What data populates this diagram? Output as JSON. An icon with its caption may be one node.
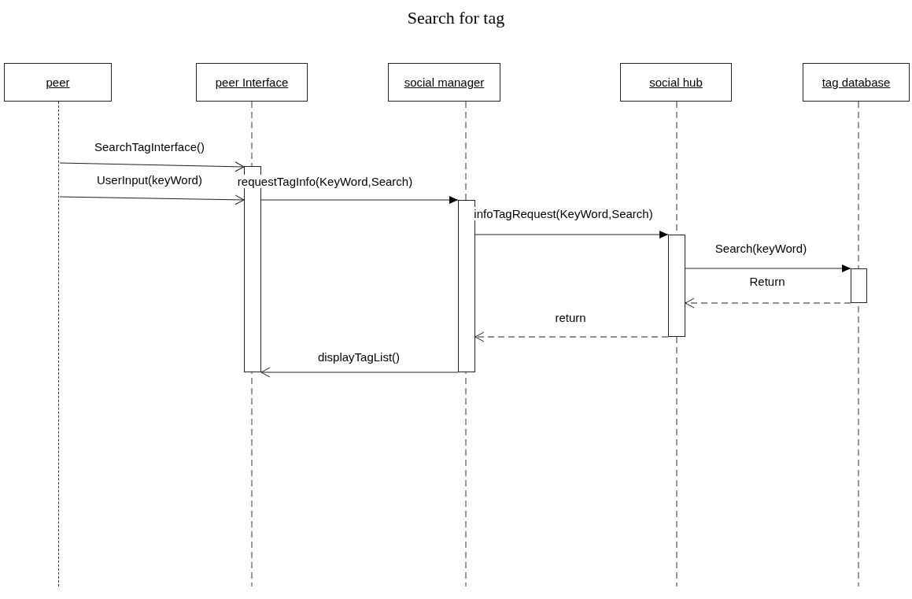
{
  "diagram": {
    "title": "Search for tag",
    "nodes": [
      {
        "text": [
          "peer"
        ]
      },
      {
        "text": [
          "peer Interface"
        ]
      },
      {
        "text": [
          "social manager"
        ]
      },
      {
        "text": [
          "social hub"
        ]
      },
      {
        "text": [
          "tag database"
        ]
      },
      {
        "text": [],
        "shape": "line"
      },
      {
        "text": [],
        "shape": "bar"
      },
      {
        "text": [],
        "shape": "bar"
      },
      {
        "text": [],
        "shape": "bar"
      },
      {
        "text": [],
        "shape": "bar"
      }
    ],
    "edges": [
      {
        "from": 5,
        "to": 6,
        "arrow": "to",
        "label": "SearchTagInterface()"
      },
      {
        "from": 5,
        "to": 6,
        "arrow": "to",
        "label": "UserInput(keyWord)"
      },
      {
        "from": 6,
        "to": 7,
        "arrow": "to",
        "label": "requestTagInfo(KeyWord,Search)"
      },
      {
        "from": 7,
        "to": 8,
        "arrow": "to",
        "label": "infoTagRequest(KeyWord,Search)"
      },
      {
        "from": 8,
        "to": 9,
        "arrow": "to",
        "label": "Search(keyWord)"
      },
      {
        "from": 9,
        "to": 8,
        "arrow": "to",
        "label": "Return",
        "style": "dashed"
      },
      {
        "from": 8,
        "to": 7,
        "arrow": "to",
        "label": "return",
        "style": "dashed"
      },
      {
        "from": 7,
        "to": 6,
        "arrow": "to",
        "label": "displayTagList()"
      }
    ]
  }
}
